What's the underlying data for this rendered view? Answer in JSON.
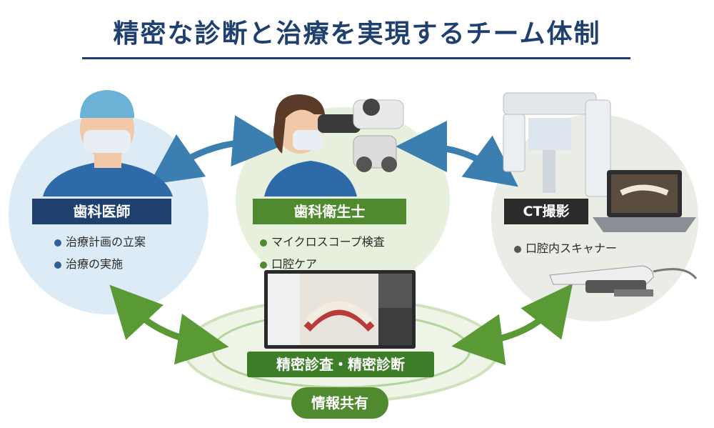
{
  "title": "精密な診断と治療を実現するチーム体制",
  "dentist": {
    "label": "歯科医師",
    "bullets": [
      "治療計画の立案",
      "治療の実施"
    ]
  },
  "hygienist": {
    "label": "歯科衛生士",
    "bullets": [
      "マイクロスコープ検査",
      "口腔ケア"
    ]
  },
  "ct": {
    "label": "CT撮影",
    "bullets": [
      "口腔内スキャナー"
    ]
  },
  "center": {
    "label": "精密診査・精密診断",
    "sub_label": "情報共有"
  },
  "colors": {
    "navy": "#1f3f6e",
    "green": "#4f8a2f",
    "blue_arrow": "#3a7fb0",
    "green_arrow": "#5a9a35",
    "dark": "#2b2b2b"
  }
}
